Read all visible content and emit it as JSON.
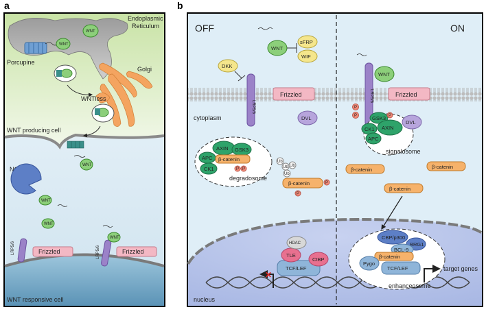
{
  "panel_a": {
    "letter": "a",
    "er_label_1": "Endoplasmic",
    "er_label_2": "Reticulum",
    "porcupine": "Porcupine",
    "golgi": "Golgi",
    "wntless": "WNTless",
    "producing_cell": "WNT producing cell",
    "notum": "NOTUM",
    "wnt": "WNT",
    "lrp": "LRP5/6",
    "frizzled": "Frizzled",
    "responsive_cell": "WNT responsive cell"
  },
  "panel_b": {
    "letter": "b",
    "off": "OFF",
    "on": "ON",
    "wnt": "WNT",
    "sfrp": "sFRP",
    "wif": "WIF",
    "dkk": "DKK",
    "lrp": "LRP5/6",
    "frizzled": "Frizzled",
    "dvl": "DVL",
    "cytoplasm": "cytoplasm",
    "axin": "AXIN",
    "gsk3": "GSK3",
    "apc": "APC",
    "ck1": "CK1",
    "beta_catenin": "β-catenin",
    "degradosome": "degradosome",
    "signalosome": "signalosome",
    "ub": "Ub",
    "p": "P",
    "hdac": "HDAC",
    "tle": "TLE",
    "ctbp": "CtBP",
    "tcf_lef": "TCF/LEF",
    "cbp_p300": "CBP/p300",
    "brg1": "BRG1",
    "bcl9": "BCL-9",
    "pygo": "Pygo",
    "target_genes": "target genes",
    "enhanceosome": "enhanceosome",
    "nucleus": "nucleus"
  },
  "colors": {
    "wnt_green": "#8ccf7a",
    "frizzled_pink": "#f3b8c4",
    "lrp_purple": "#9b82c8",
    "dvl_purple": "#b7a5dc",
    "complex_green": "#2ea36a",
    "beta_catenin_orange": "#f6b26b",
    "golgi_orange": "#f4a460",
    "tle_pink": "#e8708f",
    "tcf_blue": "#8fb5d9",
    "nucleus_blue": "#b9c6ea",
    "cytoplasm_blue": "#dfeef7"
  }
}
